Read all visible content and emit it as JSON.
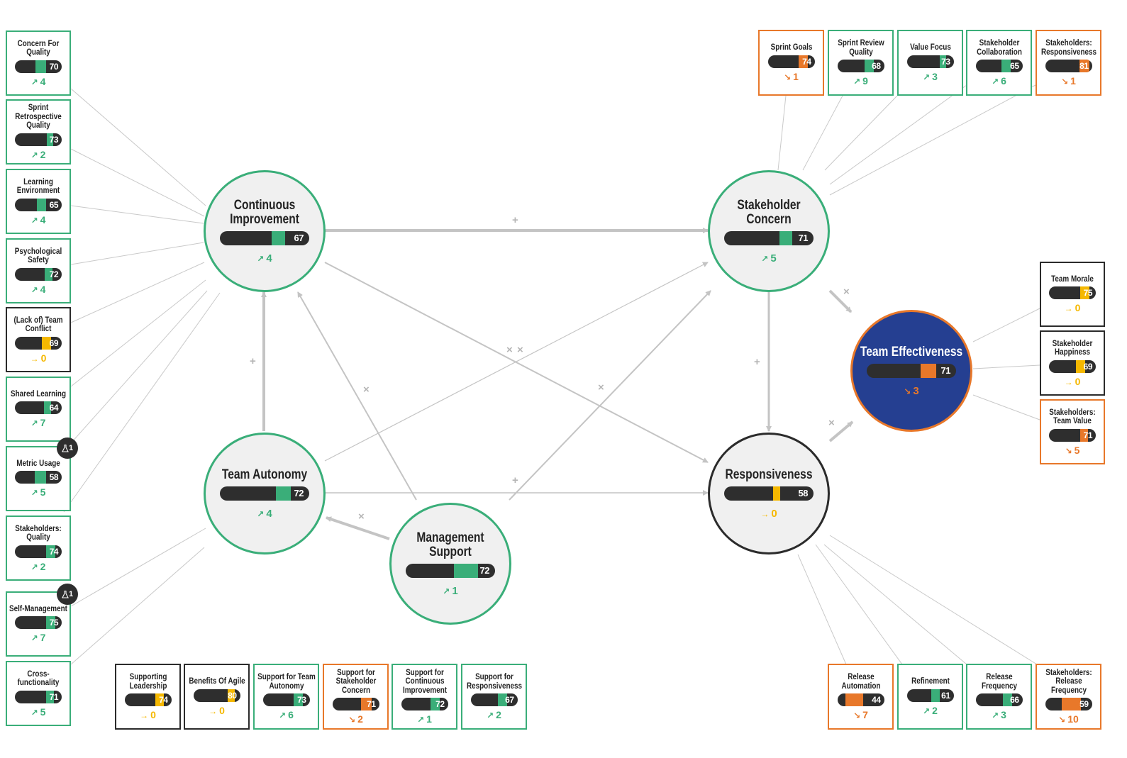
{
  "colors": {
    "green": "#3aae79",
    "orange": "#e8782a",
    "yellow": "#f5b800",
    "dark": "#2e2e2e",
    "blue": "#253f91",
    "edge": "#c4c4c4"
  },
  "icons": {
    "trend_up": "↗",
    "trend_down": "↘",
    "trend_flat": "→",
    "experiment": "flask-icon"
  },
  "nodes": {
    "ci": {
      "title": "Continuous Improvement",
      "value": "67",
      "trend": "4"
    },
    "sc": {
      "title": "Stakeholder Concern",
      "value": "71",
      "trend": "5"
    },
    "ta": {
      "title": "Team Autonomy",
      "value": "72",
      "trend": "4"
    },
    "ms": {
      "title": "Management Support",
      "value": "72",
      "trend": "1"
    },
    "re": {
      "title": "Responsiveness",
      "value": "58",
      "trend": "0"
    },
    "te": {
      "title": "Team Effectiveness",
      "value": "71",
      "trend": "3"
    }
  },
  "cards": {
    "cfq": {
      "label": "Concern For Quality",
      "value": "70",
      "trend": "4"
    },
    "srq": {
      "label": "Sprint Retrospective Quality",
      "value": "73",
      "trend": "2"
    },
    "le": {
      "label": "Learning Environment",
      "value": "65",
      "trend": "4"
    },
    "ps": {
      "label": "Psychological Safety",
      "value": "72",
      "trend": "4"
    },
    "ltc": {
      "label": "(Lack of) Team Conflict",
      "value": "69",
      "trend": "0"
    },
    "sl": {
      "label": "Shared Learning",
      "value": "64",
      "trend": "7"
    },
    "mu": {
      "label": "Metric Usage",
      "value": "58",
      "trend": "5"
    },
    "shq": {
      "label": "Stakeholders: Quality",
      "value": "74",
      "trend": "2"
    },
    "sm": {
      "label": "Self-Management",
      "value": "75",
      "trend": "7"
    },
    "cf": {
      "label": "Cross-functionality",
      "value": "71",
      "trend": "5"
    },
    "sg": {
      "label": "Sprint Goals",
      "value": "74",
      "trend": "1"
    },
    "srvq": {
      "label": "Sprint Review Quality",
      "value": "68",
      "trend": "9"
    },
    "vf": {
      "label": "Value Focus",
      "value": "73",
      "trend": "3"
    },
    "shc": {
      "label": "Stakeholder Collaboration",
      "value": "65",
      "trend": "6"
    },
    "shr": {
      "label": "Stakeholders: Responsiveness",
      "value": "81",
      "trend": "1"
    },
    "tm": {
      "label": "Team Morale",
      "value": "75",
      "trend": "0"
    },
    "shh": {
      "label": "Stakeholder Happiness",
      "value": "69",
      "trend": "0"
    },
    "shtv": {
      "label": "Stakeholders: Team Value",
      "value": "71",
      "trend": "5"
    },
    "sup": {
      "label": "Supporting Leadership",
      "value": "74",
      "trend": "0"
    },
    "boa": {
      "label": "Benefits Of Agile",
      "value": "80",
      "trend": "0"
    },
    "sfta": {
      "label": "Support for Team Autonomy",
      "value": "73",
      "trend": "6"
    },
    "sfsc": {
      "label": "Support for Stakeholder Concern",
      "value": "71",
      "trend": "2"
    },
    "sfci": {
      "label": "Support for Continuous Improvement",
      "value": "72",
      "trend": "1"
    },
    "sfr": {
      "label": "Support for Responsiveness",
      "value": "67",
      "trend": "2"
    },
    "ra": {
      "label": "Release Automation",
      "value": "44",
      "trend": "7"
    },
    "ref": {
      "label": "Refinement",
      "value": "61",
      "trend": "2"
    },
    "rf": {
      "label": "Release Frequency",
      "value": "66",
      "trend": "3"
    },
    "shrf": {
      "label": "Stakeholders: Release Frequency",
      "value": "59",
      "trend": "10"
    }
  },
  "badges": {
    "mu": "1",
    "sm": "1"
  },
  "signs": {
    "plus": "+",
    "times": "×"
  }
}
